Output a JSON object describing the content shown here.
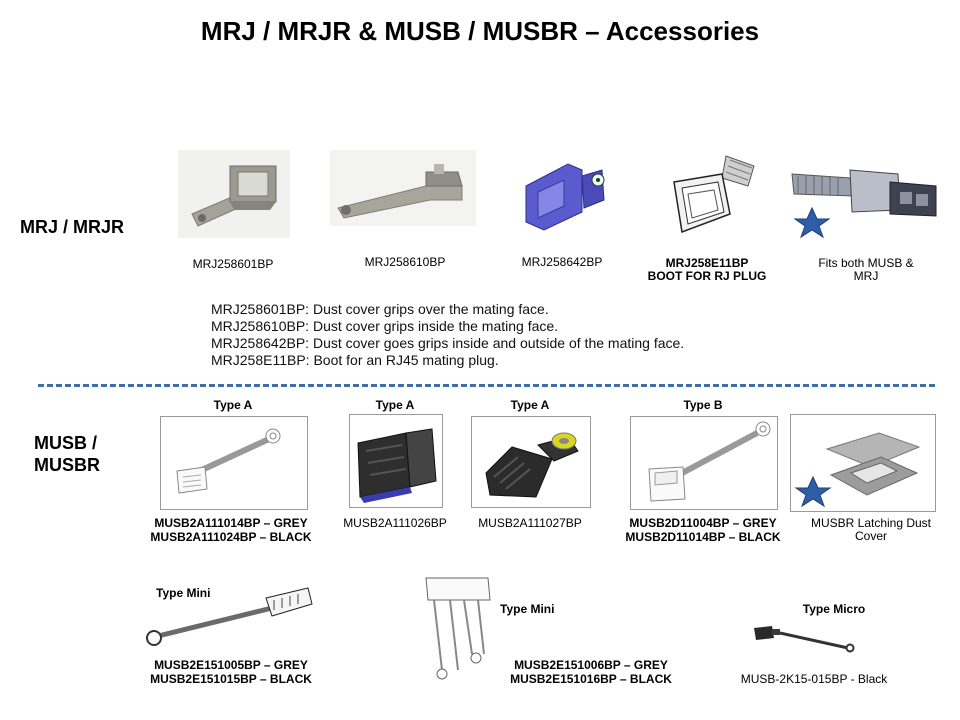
{
  "title": "MRJ / MRJR & MUSB / MUSBR – Accessories",
  "mrj": {
    "section_label": "MRJ / MRJR",
    "parts": [
      {
        "caption": "MRJ258601BP"
      },
      {
        "caption": "MRJ258610BP"
      },
      {
        "caption": "MRJ258642BP"
      },
      {
        "caption_line1": "MRJ258E11BP",
        "caption_line2": "BOOT FOR RJ PLUG"
      },
      {
        "caption_line1": "Fits both MUSB &",
        "caption_line2": "MRJ"
      }
    ],
    "descriptions": [
      {
        "code": "MRJ258601BP:",
        "text": "Dust cover grips over the mating face."
      },
      {
        "code": "MRJ258610BP:",
        "text": "Dust cover grips inside the mating face."
      },
      {
        "code": "MRJ258642BP:",
        "text": "Dust cover goes grips inside and outside of the mating face."
      },
      {
        "code": "MRJ258E11BP:",
        "text": "Boot for an RJ45 mating plug."
      }
    ]
  },
  "musb": {
    "section_label_line1": "MUSB /",
    "section_label_line2": "MUSBR",
    "parts": [
      {
        "type": "Type A",
        "line1": "MUSB2A111014BP – GREY",
        "line2": "MUSB2A111024BP – BLACK"
      },
      {
        "type": "Type A",
        "caption": "MUSB2A111026BP"
      },
      {
        "type": "Type A",
        "caption": "MUSB2A111027BP"
      },
      {
        "type": "Type B",
        "line1": "MUSB2D11004BP – GREY",
        "line2": "MUSB2D11014BP – BLACK"
      },
      {
        "line1": "MUSBR Latching Dust",
        "line2": "Cover"
      }
    ],
    "bottom": [
      {
        "type": "Type  Mini",
        "line1": "MUSB2E151005BP – GREY",
        "line2": "MUSB2E151015BP – BLACK"
      },
      {
        "type": "Type Mini",
        "line1": "MUSB2E151006BP – GREY",
        "line2": "MUSB2E151016BP – BLACK"
      },
      {
        "type": "Type Micro",
        "caption": "MUSB-2K15-015BP - Black"
      }
    ]
  },
  "colors": {
    "divider": "#3e6fa8",
    "star": "#2f5ea8",
    "part_grey": "#8c8c84",
    "part_blue": "#5252c8",
    "part_black": "#2a2a2a"
  }
}
